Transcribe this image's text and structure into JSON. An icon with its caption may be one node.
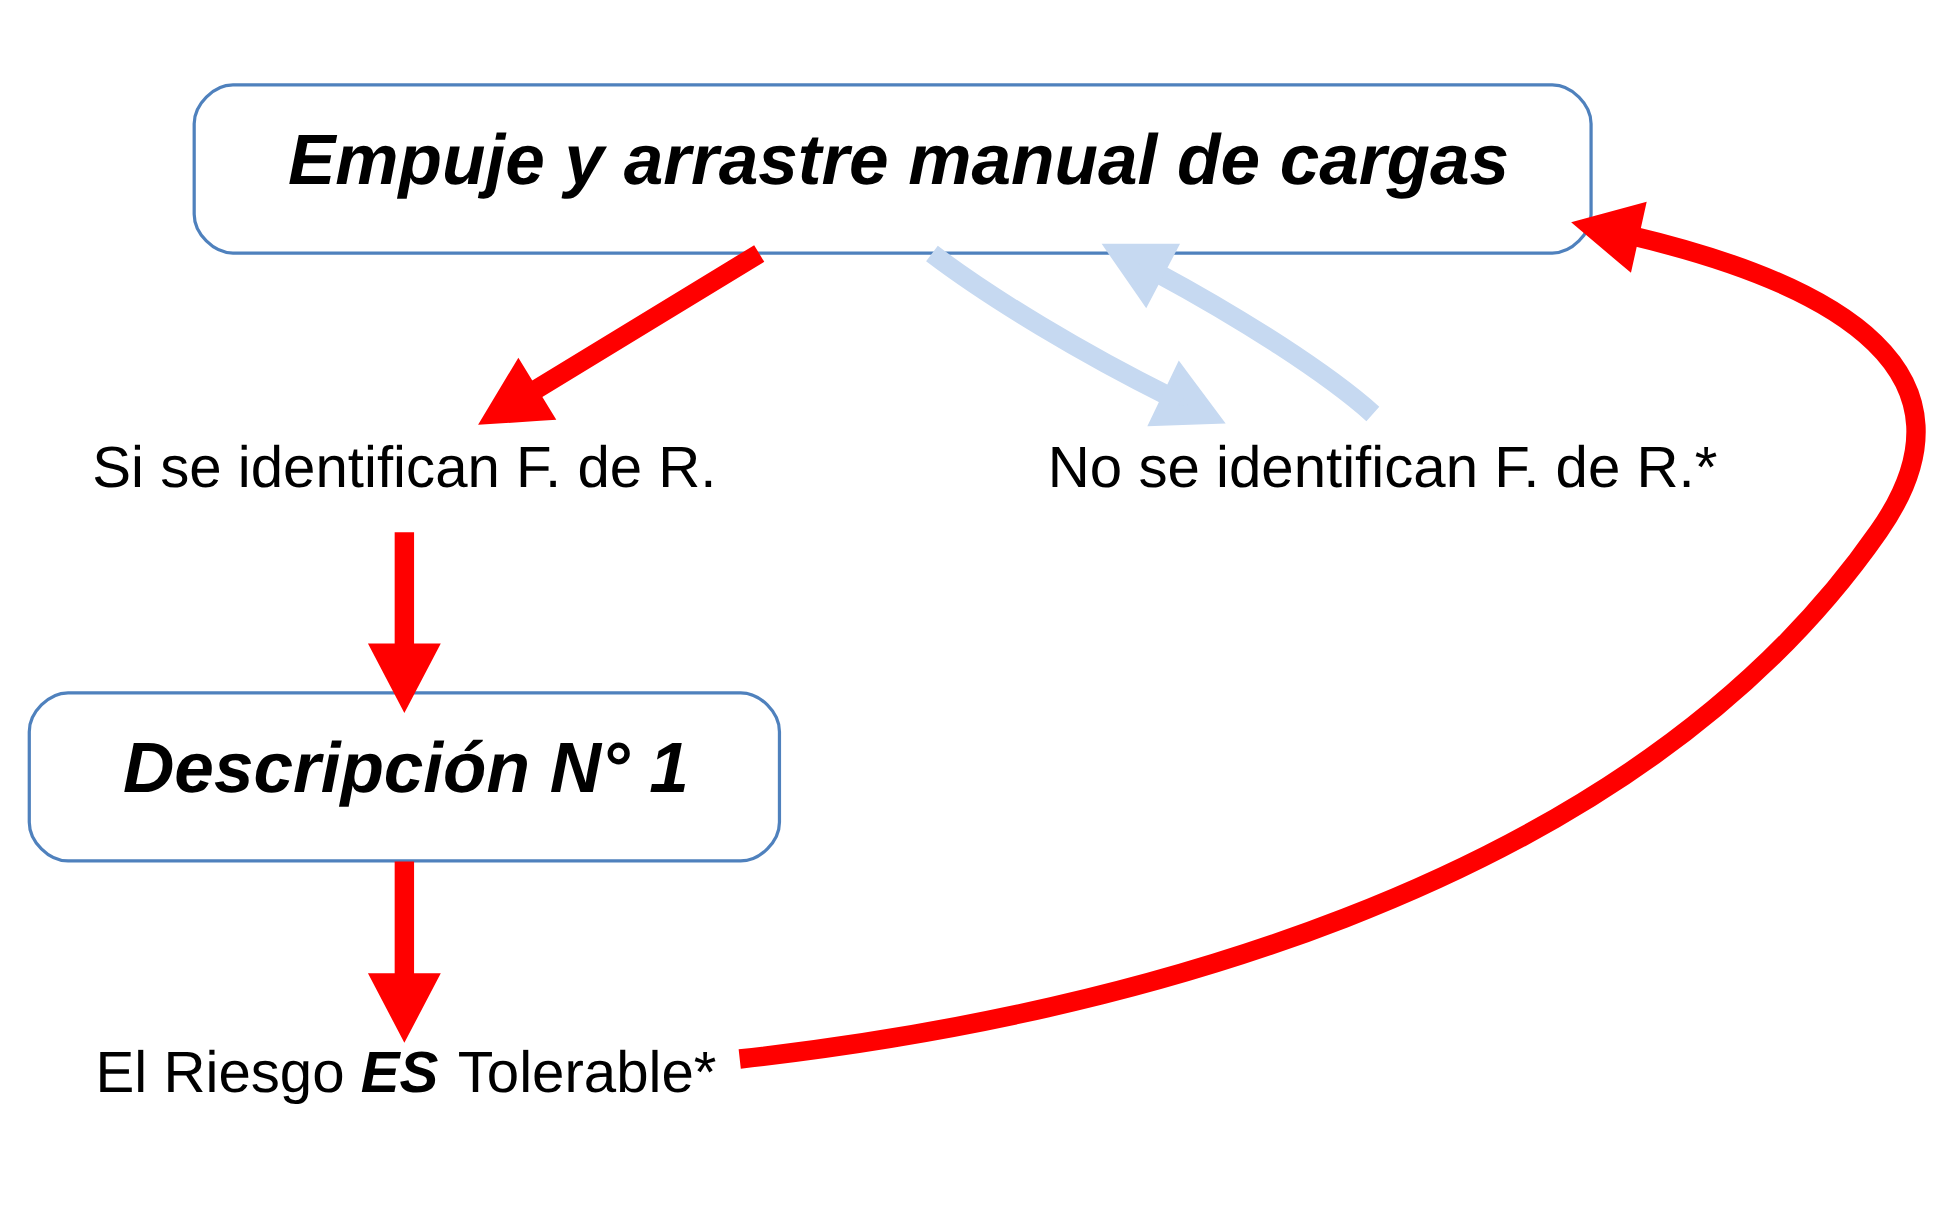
{
  "diagram": {
    "nodes": [
      {
        "text": [
          "Empuje y arrastre manual de cargas"
        ]
      },
      {
        "text": [
          "Si se identifican F. de R."
        ]
      },
      {
        "text": [
          "No se identifican F. de R.*"
        ]
      },
      {
        "text": [
          "Descripción N° 1"
        ]
      },
      {
        "text": [
          "El Riesgo **ES** Tolerable*"
        ]
      }
    ],
    "edges": [
      {
        "from": 0,
        "to": 1,
        "arrow": "to"
      },
      {
        "from": 0,
        "to": 2,
        "arrow": "to",
        "color": "#c6d9f1"
      },
      {
        "from": 1,
        "to": 3,
        "arrow": "to"
      },
      {
        "from": 3,
        "to": 4,
        "arrow": "to"
      },
      {
        "from": 2,
        "to": 0,
        "arrow": "to",
        "color": "#c6d9f1"
      },
      {
        "from": 4,
        "to": 0,
        "arrow": "to"
      }
    ]
  }
}
